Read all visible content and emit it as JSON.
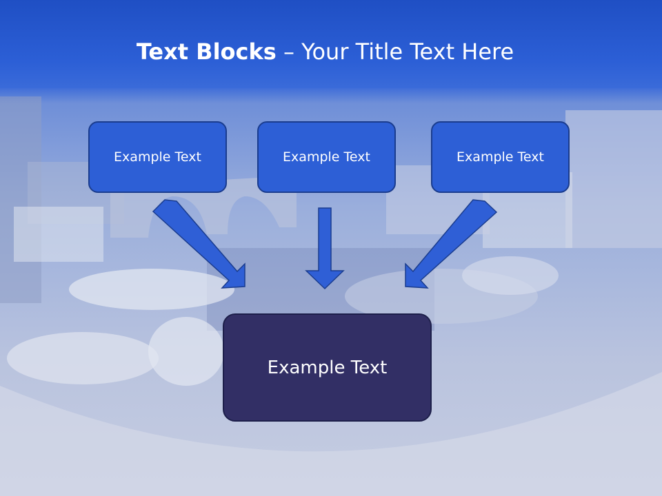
{
  "title": {
    "bold": "Text Blocks",
    "separator": " – ",
    "regular": "Your Title Text Here"
  },
  "boxes": [
    {
      "label": "Example Text"
    },
    {
      "label": "Example Text"
    },
    {
      "label": "Example Text"
    }
  ],
  "main_box": {
    "label": "Example Text"
  },
  "colors": {
    "header": "#2c5fd6",
    "box_fill": "#2d5fd6",
    "box_border": "#1a3c8e",
    "main_fill": "#322f65",
    "arrow_fill": "#2f5fd6"
  }
}
